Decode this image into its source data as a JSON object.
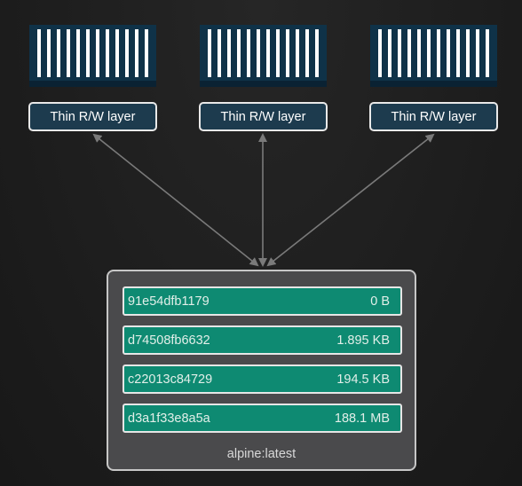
{
  "containers": [
    {
      "rw_label": "Thin R/W layer"
    },
    {
      "rw_label": "Thin R/W layer"
    },
    {
      "rw_label": "Thin R/W layer"
    }
  ],
  "image": {
    "name": "alpine:latest",
    "layers": [
      {
        "id": "91e54dfb1179",
        "size": "0 B"
      },
      {
        "id": "d74508fb6632",
        "size": "1.895 KB"
      },
      {
        "id": "c22013c84729",
        "size": "194.5 KB"
      },
      {
        "id": "d3a1f33e8a5a",
        "size": "188.1 MB"
      }
    ]
  },
  "colors": {
    "container_stripes": "#ffffff",
    "container_fill": "#0f3248",
    "rw_layer_fill": "#1d3b4e",
    "image_layer_fill": "#0e8a72",
    "image_box_fill": "#4a4a4c",
    "arrow": "#7a7a7a"
  }
}
